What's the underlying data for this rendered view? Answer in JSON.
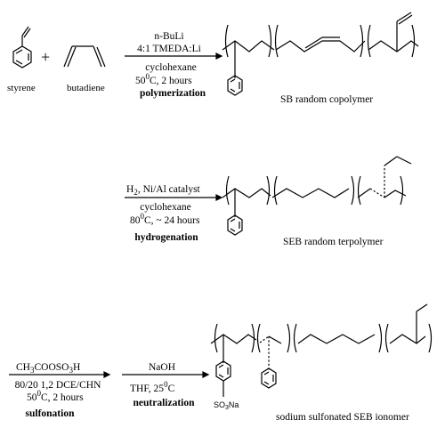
{
  "reactants": {
    "styrene_label": "styrene",
    "plus": "+",
    "butadiene_label": "butadiene"
  },
  "step1": {
    "reagent1": "n-BuLi",
    "reagent2": "4:1  TMEDA:Li",
    "solvent": "cyclohexane",
    "temp_value": "50",
    "temp_sup": "0",
    "temp_unit": "C, 2 hours",
    "name": "polymerization",
    "product": "SB random copolymer"
  },
  "step2": {
    "reagent_prefix": "H",
    "reagent_sub": "2",
    "reagent_suffix": ", Ni/Al catalyst",
    "solvent": "cyclohexane",
    "temp_value": "80",
    "temp_sup": "0",
    "temp_unit": "C, ~ 24 hours",
    "name": "hydrogenation",
    "product": "SEB random terpolymer"
  },
  "step3": {
    "reagent_a": "CH",
    "reagent_sub1": "3",
    "reagent_b": "COOSO",
    "reagent_sub2": "3",
    "reagent_c": "H",
    "solvent": "80/20 1,2 DCE/CHN",
    "temp_value": "50",
    "temp_sup": "0",
    "temp_unit": "C, 2 hours",
    "name": "sulfonation"
  },
  "step4": {
    "reagent": "NaOH",
    "solvent_prefix": "THF, 25",
    "temp_sup": "0",
    "temp_unit": "C",
    "name": "neutralization",
    "product": "sodium sulfonated SEB ionomer",
    "sulfonate_a": "SO",
    "sulfonate_sub": "3",
    "sulfonate_b": "Na"
  }
}
